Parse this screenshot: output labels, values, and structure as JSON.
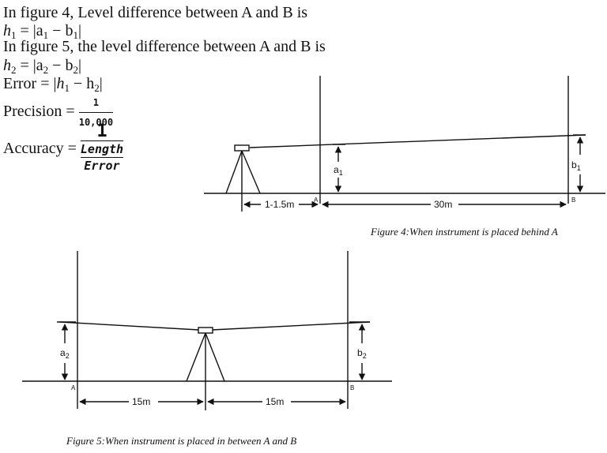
{
  "text": {
    "line1": "In figure 4, Level difference between A and B is",
    "h1_lhs": "h",
    "h1_sub": "1",
    "h1_eq": " = |a",
    "h1_a_sub": "1",
    "h1_minus": " − b",
    "h1_b_sub": "1",
    "h1_bar": "|",
    "line3": "In figure 5, the level difference between A and B is",
    "h2_lhs": "h",
    "h2_sub": "2",
    "h2_eq": " = |a",
    "h2_a_sub": "2",
    "h2_minus": " − b",
    "h2_b_sub": "2",
    "h2_bar": "|",
    "error_label": "Error = |",
    "error_h": "h",
    "error_h_sub": "1",
    "error_minus": " − h",
    "error_h2_sub": "2",
    "error_bar": "|",
    "precision_label": "Precision = ",
    "precision_num": "1",
    "precision_den": "10,000",
    "accuracy_label": "Accuracy = ",
    "accuracy_num": "1",
    "accuracy_mid": "Length",
    "accuracy_den": "Error"
  },
  "figure4": {
    "label_a": "a",
    "label_a_sub": "1",
    "label_b": "b",
    "label_b_sub": "1",
    "point_a": "A",
    "point_b": "B",
    "dim_short": "1-1.5m",
    "dim_long": "30m",
    "caption": "Figure 4:When instrument is placed behind A"
  },
  "figure5": {
    "label_a": "a",
    "label_a_sub": "2",
    "label_b": "b",
    "label_b_sub": "2",
    "point_a": "A",
    "point_b": "B",
    "dim_left": "15m",
    "dim_right": "15m",
    "caption": "Figure 5:When instrument is placed in between A and B"
  }
}
